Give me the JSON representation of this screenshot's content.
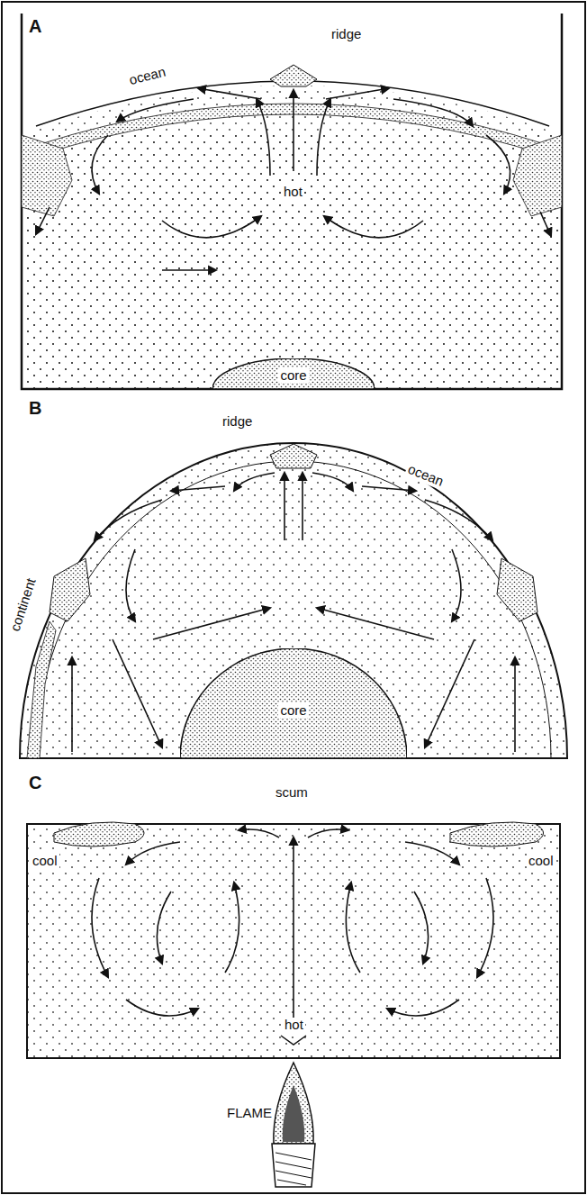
{
  "diagram": {
    "nodes": [
      {
        "text": [
          "core"
        ]
      },
      {
        "text": [
          "core"
        ]
      }
    ],
    "labels": [
      "A",
      "ridge",
      "ocean",
      "hot",
      "B",
      "ridge",
      "ocean",
      "continent",
      "C",
      "scum",
      "cool",
      "cool",
      "hot",
      "FLAME"
    ]
  }
}
